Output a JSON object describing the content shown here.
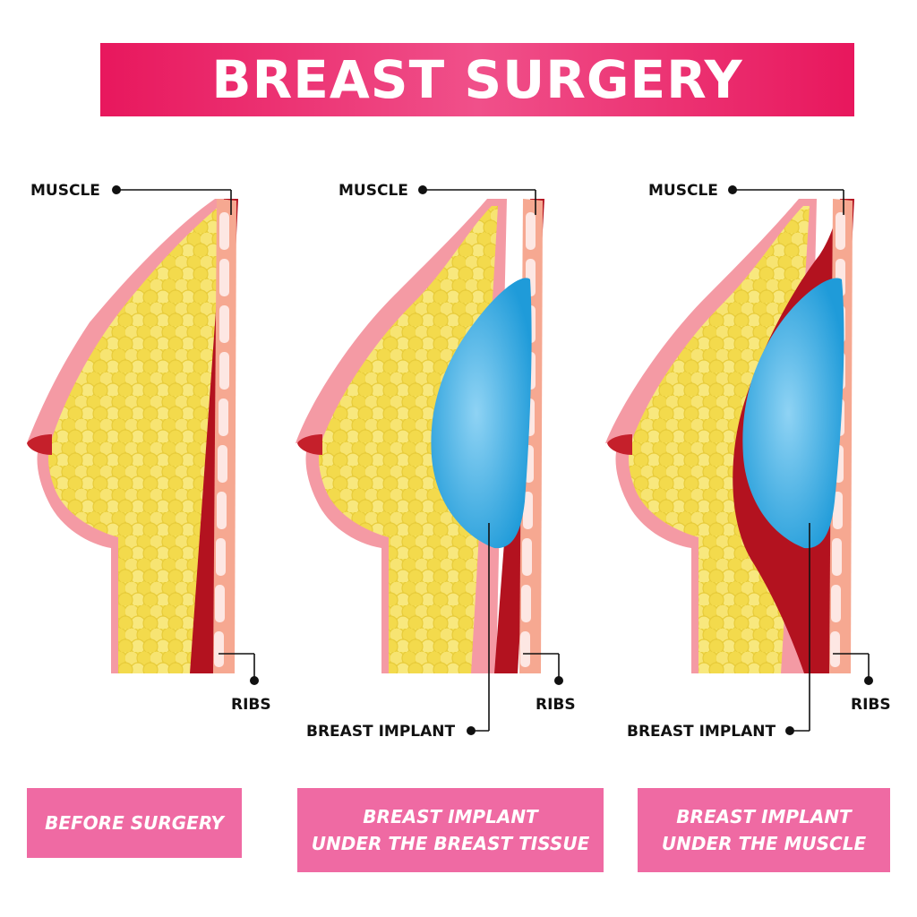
{
  "title": "BREAST SURGERY",
  "labels": {
    "muscle": "MUSCLE",
    "ribs": "RIBS",
    "implant": "BREAST IMPLANT"
  },
  "panels": [
    {
      "caption_lines": [
        "BEFORE SURGERY"
      ]
    },
    {
      "caption_lines": [
        "BREAST IMPLANT",
        "UNDER THE BREAST TISSUE"
      ]
    },
    {
      "caption_lines": [
        "BREAST IMPLANT",
        "UNDER THE MUSCLE"
      ]
    }
  ],
  "colors": {
    "banner": "#e8175d",
    "caption_bg": "#ef6aa3",
    "skin": "#f49aa4",
    "fat": "#f5e25a",
    "muscle": "#b3121f",
    "rib_band": "#f6a891",
    "rib": "#fde7e3",
    "implant": "#29a6df"
  }
}
